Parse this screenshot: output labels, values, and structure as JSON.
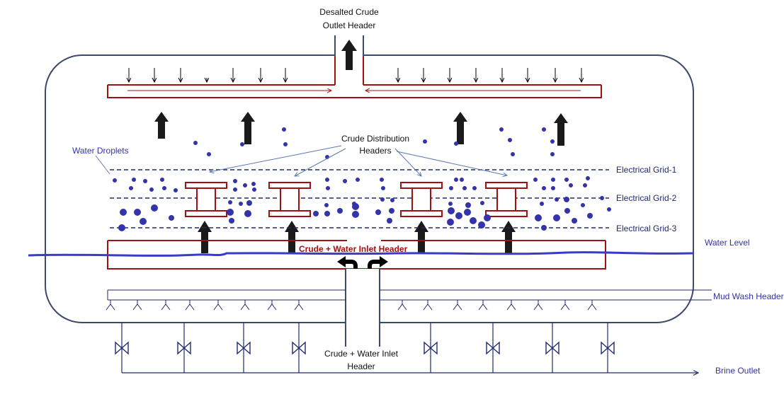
{
  "labels": {
    "outlet_line1": "Desalted Crude",
    "outlet_line2": "Outlet Header",
    "distribution_line1": "Crude Distribution",
    "distribution_line2": "Headers",
    "water_droplets": "Water Droplets",
    "grid1": "Electrical Grid-1",
    "grid2": "Electrical Grid-2",
    "grid3": "Electrical Grid-3",
    "water_level": "Water Level",
    "inner_inlet": "Crude + Water Inlet Header",
    "mud_wash": "Mud Wash Header",
    "inlet_line1": "Crude + Water Inlet",
    "inlet_line2": "Header",
    "brine_outlet": "Brine Outlet"
  },
  "colors": {
    "vessel": "#3b4a6b",
    "header_red": "#a01010",
    "grid_blue": "#1f2a6e",
    "droplet": "#3a3acc",
    "water_level": "#3a3acc",
    "label_blue": "#3333aa",
    "label_red": "#a01010",
    "arrow": "#000000"
  }
}
